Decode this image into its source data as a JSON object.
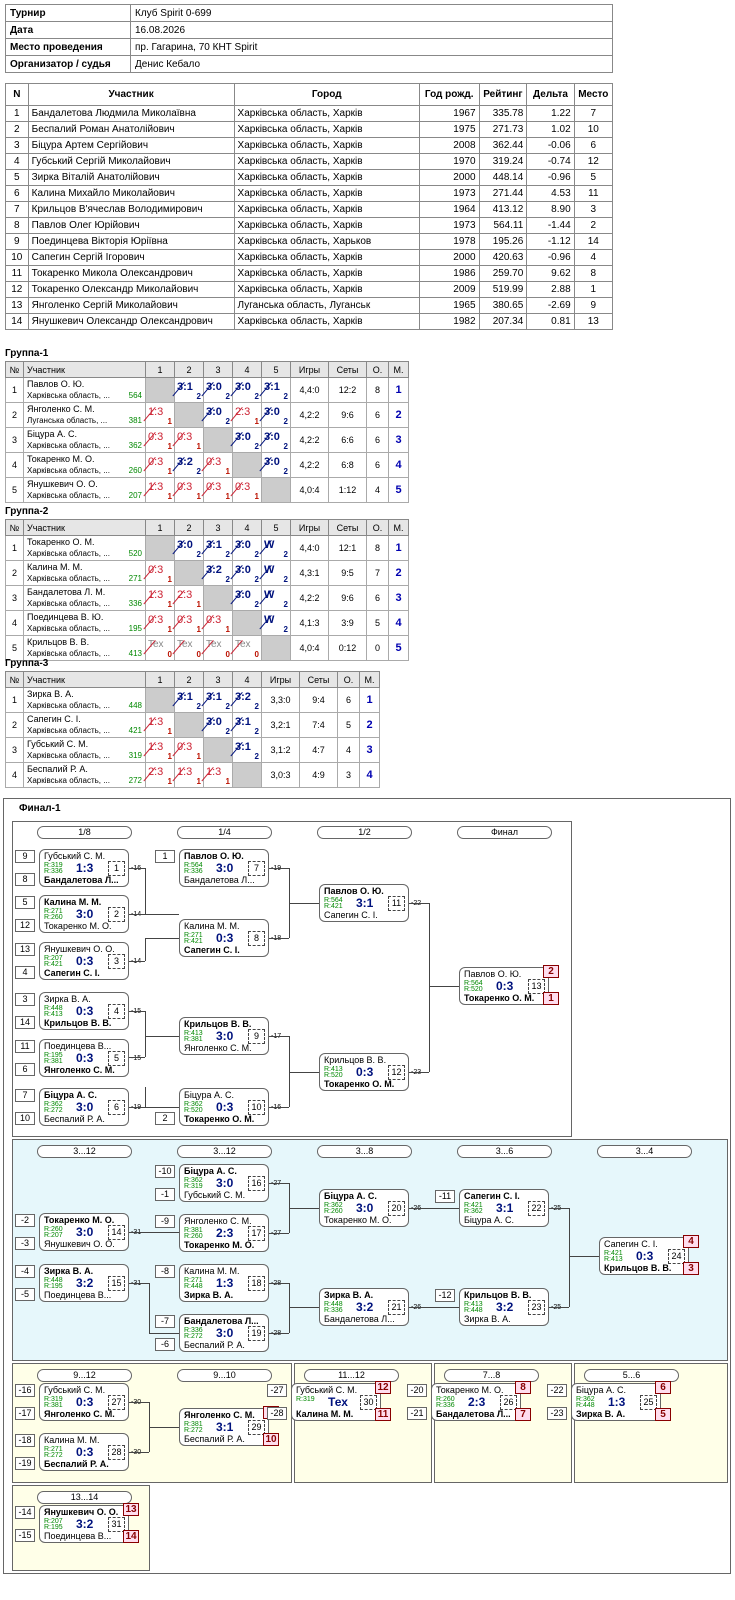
{
  "info": [
    {
      "k": "Турнир",
      "v": "Клуб Spirit 0-699"
    },
    {
      "k": "Дата",
      "v": "16.08.2026"
    },
    {
      "k": "Место проведения",
      "v": "пр. Гагарина, 70 КНТ Spirit"
    },
    {
      "k": "Организатор / судья",
      "v": "Денис Кебало"
    }
  ],
  "participants_header": [
    "N",
    "Участник",
    "Город",
    "Год рожд.",
    "Рейтинг",
    "Дельта",
    "Место"
  ],
  "participants": [
    [
      "1",
      "Бандалетова Людмила Миколаївна",
      "Харківська область, Харків",
      "1967",
      "335.78",
      "1.22",
      "7"
    ],
    [
      "2",
      "Беспалий Роман Анатолійович",
      "Харківська область, Харків",
      "1975",
      "271.73",
      "1.02",
      "10"
    ],
    [
      "3",
      "Біцура Артем Сергійович",
      "Харківська область, Харків",
      "2008",
      "362.44",
      "-0.06",
      "6"
    ],
    [
      "4",
      "Губський Сергій Миколайович",
      "Харківська область, Харків",
      "1970",
      "319.24",
      "-0.74",
      "12"
    ],
    [
      "5",
      "Зирка Віталій Анатолійович",
      "Харківська область, Харків",
      "2000",
      "448.14",
      "-0.96",
      "5"
    ],
    [
      "6",
      "Калина Михайло Миколайович",
      "Харківська область, Харків",
      "1973",
      "271.44",
      "4.53",
      "11"
    ],
    [
      "7",
      "Крильцов В'ячеслав Володимирович",
      "Харківська область, Харків",
      "1964",
      "413.12",
      "8.90",
      "3"
    ],
    [
      "8",
      "Павлов Олег Юрійович",
      "Харківська область, Харків",
      "1973",
      "564.11",
      "-1.44",
      "2"
    ],
    [
      "9",
      "Поединцева Вікторія Юріївна",
      "Харківська область, Харьков",
      "1978",
      "195.26",
      "-1.12",
      "14"
    ],
    [
      "10",
      "Сапегин Сергій Ігорович",
      "Харківська область, Харків",
      "2000",
      "420.63",
      "-0.96",
      "4"
    ],
    [
      "11",
      "Токаренко Микола Олександрович",
      "Харківська область, Харків",
      "1986",
      "259.70",
      "9.62",
      "8"
    ],
    [
      "12",
      "Токаренко Олександр Миколайович",
      "Харківська область, Харків",
      "2009",
      "519.99",
      "2.88",
      "1"
    ],
    [
      "13",
      "Янголенко Сергій Миколайович",
      "Луганська область, Луганськ",
      "1965",
      "380.65",
      "-2.69",
      "9"
    ],
    [
      "14",
      "Янушкевич Олександр Олександрович",
      "Харківська область, Харків",
      "1982",
      "207.34",
      "0.81",
      "13"
    ]
  ],
  "group_header": {
    "n": "№",
    "p": "Участник",
    "g": "Игры",
    "s": "Сеты",
    "o": "О.",
    "m": "М."
  },
  "groups": [
    {
      "title": "Группа-1",
      "cols": [
        "1",
        "2",
        "3",
        "4",
        "5"
      ],
      "rows": [
        {
          "n": "1",
          "name": "Павлов О. Ю.",
          "reg": "Харківська область, ...",
          "rt": "564",
          "cells": [
            "x",
            "3:1|2|w",
            "3:0|2|w",
            "3:0|2|w",
            "3:1|2|w"
          ],
          "g": "4,4:0",
          "s": "12:2",
          "o": "8",
          "m": "1"
        },
        {
          "n": "2",
          "name": "Янголенко С. М.",
          "reg": "Луганська область, ...",
          "rt": "381",
          "cells": [
            "1:3|1|l",
            "x",
            "3:0|2|w",
            "2:3|1|l",
            "3:0|2|w"
          ],
          "g": "4,2:2",
          "s": "9:6",
          "o": "6",
          "m": "2"
        },
        {
          "n": "3",
          "name": "Біцура А. С.",
          "reg": "Харківська область, ...",
          "rt": "362",
          "cells": [
            "0:3|1|l",
            "0:3|1|l",
            "x",
            "3:0|2|w",
            "3:0|2|w"
          ],
          "g": "4,2:2",
          "s": "6:6",
          "o": "6",
          "m": "3"
        },
        {
          "n": "4",
          "name": "Токаренко М. О.",
          "reg": "Харківська область, ...",
          "rt": "260",
          "cells": [
            "0:3|1|l",
            "3:2|2|w",
            "0:3|1|l",
            "x",
            "3:0|2|w"
          ],
          "g": "4,2:2",
          "s": "6:8",
          "o": "6",
          "m": "4"
        },
        {
          "n": "5",
          "name": "Янушкевич О. О.",
          "reg": "Харківська область, ...",
          "rt": "207",
          "cells": [
            "1:3|1|l",
            "0:3|1|l",
            "0:3|1|l",
            "0:3|1|l",
            "x"
          ],
          "g": "4,0:4",
          "s": "1:12",
          "o": "4",
          "m": "5"
        }
      ]
    },
    {
      "title": "Группа-2",
      "cols": [
        "1",
        "2",
        "3",
        "4",
        "5"
      ],
      "rows": [
        {
          "n": "1",
          "name": "Токаренко О. М.",
          "reg": "Харківська область, ...",
          "rt": "520",
          "cells": [
            "x",
            "3:0|2|w",
            "3:1|2|w",
            "3:0|2|w",
            "W|2|w"
          ],
          "g": "4,4:0",
          "s": "12:1",
          "o": "8",
          "m": "1"
        },
        {
          "n": "2",
          "name": "Калина М. М.",
          "reg": "Харківська область, ...",
          "rt": "271",
          "cells": [
            "0:3|1|l",
            "x",
            "3:2|2|w",
            "3:0|2|w",
            "W|2|w"
          ],
          "g": "4,3:1",
          "s": "9:5",
          "o": "7",
          "m": "2"
        },
        {
          "n": "3",
          "name": "Бандалетова Л. М.",
          "reg": "Харківська область, ...",
          "rt": "336",
          "cells": [
            "1:3|1|l",
            "2:3|1|l",
            "x",
            "3:0|2|w",
            "W|2|w"
          ],
          "g": "4,2:2",
          "s": "9:6",
          "o": "6",
          "m": "3"
        },
        {
          "n": "4",
          "name": "Поединцева В. Ю.",
          "reg": "Харківська область, ...",
          "rt": "195",
          "cells": [
            "0:3|1|l",
            "0:3|1|l",
            "0:3|1|l",
            "x",
            "W|2|w"
          ],
          "g": "4,1:3",
          "s": "3:9",
          "o": "5",
          "m": "4"
        },
        {
          "n": "5",
          "name": "Крильцов В. В.",
          "reg": "Харківська область, ...",
          "rt": "413",
          "cells": [
            "Tex|0|t",
            "Tex|0|t",
            "Tex|0|t",
            "Tex|0|t",
            "x"
          ],
          "g": "4,0:4",
          "s": "0:12",
          "o": "0",
          "m": "5"
        }
      ]
    },
    {
      "title": "Группа-3",
      "cols": [
        "1",
        "2",
        "3",
        "4"
      ],
      "rows": [
        {
          "n": "1",
          "name": "Зирка В. А.",
          "reg": "Харківська область, ...",
          "rt": "448",
          "cells": [
            "x",
            "3:1|2|w",
            "3:1|2|w",
            "3:2|2|w"
          ],
          "g": "3,3:0",
          "s": "9:4",
          "o": "6",
          "m": "1"
        },
        {
          "n": "2",
          "name": "Сапегин С. І.",
          "reg": "Харківська область, ...",
          "rt": "421",
          "cells": [
            "1:3|1|l",
            "x",
            "3:0|2|w",
            "3:1|2|w"
          ],
          "g": "3,2:1",
          "s": "7:4",
          "o": "5",
          "m": "2"
        },
        {
          "n": "3",
          "name": "Губський С. М.",
          "reg": "Харківська область, ...",
          "rt": "319",
          "cells": [
            "1:3|1|l",
            "0:3|1|l",
            "x",
            "3:1|2|w"
          ],
          "g": "3,1:2",
          "s": "4:7",
          "o": "4",
          "m": "3"
        },
        {
          "n": "4",
          "name": "Беспалий Р. А.",
          "reg": "Харківська область, ...",
          "rt": "272",
          "cells": [
            "2:3|1|l",
            "1:3|1|l",
            "1:3|1|l",
            "x"
          ],
          "g": "3,0:3",
          "s": "4:9",
          "o": "3",
          "m": "4"
        }
      ]
    }
  ],
  "final": {
    "title": "Финал-1",
    "heads": [
      "1/8",
      "1/4",
      "1/2",
      "Финал",
      "3...12",
      "3...12",
      "3...8",
      "3...6",
      "3...4",
      "9...12",
      "9...10",
      "11...12",
      "7...8",
      "5...6",
      "13...14"
    ],
    "matches": [
      {
        "a": "Губський С. М.",
        "ra": "R:319",
        "b": "Бандалетова Л...",
        "rb": "R:336",
        "s": "1:3",
        "g": "1",
        "w": "b",
        "sa": "9",
        "sb": "8",
        "ref": "-16"
      },
      {
        "a": "Калина М. М.",
        "ra": "R:271",
        "b": "Токаренко М. О.",
        "rb": "R:260",
        "s": "3:0",
        "g": "2",
        "w": "a",
        "sa": "5",
        "sb": "12",
        "ref": "-14"
      },
      {
        "a": "Янушкевич О. О.",
        "ra": "R:207",
        "b": "Сапегин С. І.",
        "rb": "R:421",
        "s": "0:3",
        "g": "3",
        "w": "b",
        "sa": "13",
        "sb": "4",
        "ref": "-14"
      },
      {
        "a": "Зирка В. А.",
        "ra": "R:448",
        "b": "Крильцов В. В.",
        "rb": "R:413",
        "s": "0:3",
        "g": "4",
        "w": "b",
        "sa": "3",
        "sb": "14",
        "ref": "-15"
      },
      {
        "a": "Поединцева В...",
        "ra": "R:195",
        "b": "Янголенко С. М.",
        "rb": "R:381",
        "s": "0:3",
        "g": "5",
        "w": "b",
        "sa": "11",
        "sb": "6",
        "ref": "-15"
      },
      {
        "a": "Біцура А. С.",
        "ra": "R:362",
        "b": "Беспалий Р. А.",
        "rb": "R:272",
        "s": "3:0",
        "g": "6",
        "w": "a",
        "sa": "7",
        "sb": "10",
        "ref": "-19"
      },
      {
        "a": "Павлов О. Ю.",
        "ra": "R:564",
        "b": "Бандалетова Л...",
        "rb": "R:336",
        "s": "3:0",
        "g": "7",
        "w": "a",
        "sa": "1",
        "sb": "",
        "ref": "-19"
      },
      {
        "a": "Калина М. М.",
        "ra": "R:271",
        "b": "Сапегин С. І.",
        "rb": "R:421",
        "s": "0:3",
        "g": "8",
        "w": "b",
        "sa": "",
        "sb": "",
        "ref": "-18"
      },
      {
        "a": "Крильцов В. В.",
        "ra": "R:413",
        "b": "Янголенко С. М.",
        "rb": "R:381",
        "s": "3:0",
        "g": "9",
        "w": "a",
        "sa": "",
        "sb": "",
        "ref": "-17"
      },
      {
        "a": "Біцура А. С.",
        "ra": "R:362",
        "b": "Токаренко О. М.",
        "rb": "R:520",
        "s": "0:3",
        "g": "10",
        "w": "b",
        "sa": "",
        "sb": "2",
        "ref": "-16"
      },
      {
        "a": "Павлов О. Ю.",
        "ra": "R:564",
        "b": "Сапегин С. І.",
        "rb": "R:421",
        "s": "3:1",
        "g": "11",
        "w": "a",
        "sa": "",
        "sb": "",
        "ref": "-22"
      },
      {
        "a": "Крильцов В. В.",
        "ra": "R:413",
        "b": "Токаренко О. М.",
        "rb": "R:520",
        "s": "0:3",
        "g": "12",
        "w": "b",
        "sa": "",
        "sb": "",
        "ref": "-23"
      },
      {
        "a": "Павлов О. Ю.",
        "ra": "R:564",
        "b": "Токаренко О. М.",
        "rb": "R:520",
        "s": "0:3",
        "g": "13",
        "w": "b",
        "sa": "",
        "sb": "",
        "ref": "",
        "pa": "2",
        "pb": "1"
      },
      {
        "a": "Токаренко М. О.",
        "ra": "R:260",
        "b": "Янушкевич О. О.",
        "rb": "R:207",
        "s": "3:0",
        "g": "14",
        "w": "a",
        "sa": "-2",
        "sb": "-3",
        "ref": "-31"
      },
      {
        "a": "Зирка В. А.",
        "ra": "R:448",
        "b": "Поединцева В...",
        "rb": "R:195",
        "s": "3:2",
        "g": "15",
        "w": "a",
        "sa": "-4",
        "sb": "-5",
        "ref": "-31"
      },
      {
        "a": "Біцура А. С.",
        "ra": "R:362",
        "b": "Губський С. М.",
        "rb": "R:319",
        "s": "3:0",
        "g": "16",
        "w": "a",
        "sa": "-10",
        "sb": "-1",
        "ref": "-27"
      },
      {
        "a": "Янголенко С. М.",
        "ra": "R:381",
        "b": "Токаренко М. О.",
        "rb": "R:260",
        "s": "2:3",
        "g": "17",
        "w": "b",
        "sa": "-9",
        "sb": "",
        "ref": "-27"
      },
      {
        "a": "Калина М. М.",
        "ra": "R:271",
        "b": "Зирка В. А.",
        "rb": "R:448",
        "s": "1:3",
        "g": "18",
        "w": "b",
        "sa": "-8",
        "sb": "",
        "ref": "-28"
      },
      {
        "a": "Бандалетова Л...",
        "ra": "R:336",
        "b": "Беспалий Р. А.",
        "rb": "R:272",
        "s": "3:0",
        "g": "19",
        "w": "a",
        "sa": "-7",
        "sb": "-6",
        "ref": "-28"
      },
      {
        "a": "Біцура А. С.",
        "ra": "R:362",
        "b": "Токаренко М. О.",
        "rb": "R:260",
        "s": "3:0",
        "g": "20",
        "w": "a",
        "sa": "",
        "sb": "",
        "ref": "-26"
      },
      {
        "a": "Зирка В. А.",
        "ra": "R:448",
        "b": "Бандалетова Л...",
        "rb": "R:336",
        "s": "3:2",
        "g": "21",
        "w": "a",
        "sa": "",
        "sb": "",
        "ref": "-26"
      },
      {
        "a": "Сапегин С. І.",
        "ra": "R:421",
        "b": "Біцура А. С.",
        "rb": "R:362",
        "s": "3:1",
        "g": "22",
        "w": "a",
        "sa": "-11",
        "sb": "",
        "ref": "-25"
      },
      {
        "a": "Крильцов В. В.",
        "ra": "R:413",
        "b": "Зирка В. А.",
        "rb": "R:448",
        "s": "3:2",
        "g": "23",
        "w": "a",
        "sa": "-12",
        "sb": "",
        "ref": "-25"
      },
      {
        "a": "Сапегин С. І.",
        "ra": "R:421",
        "b": "Крильцов В. В.",
        "rb": "R:413",
        "s": "0:3",
        "g": "24",
        "w": "b",
        "sa": "",
        "sb": "",
        "ref": "",
        "pa": "4",
        "pb": "3"
      },
      {
        "a": "Губський С. М.",
        "ra": "R:319",
        "b": "Янголенко С. М.",
        "rb": "R:381",
        "s": "0:3",
        "g": "27",
        "w": "b",
        "sa": "-16",
        "sb": "-17",
        "ref": "-30"
      },
      {
        "a": "Калина М. М.",
        "ra": "R:271",
        "b": "Беспалий Р. А.",
        "rb": "R:272",
        "s": "0:3",
        "g": "28",
        "w": "b",
        "sa": "-18",
        "sb": "-19",
        "ref": "-30"
      },
      {
        "a": "Янголенко С. М.",
        "ra": "R:381",
        "b": "Беспалий Р. А.",
        "rb": "R:272",
        "s": "3:1",
        "g": "29",
        "w": "a",
        "sa": "",
        "sb": "",
        "ref": "",
        "pa": "9",
        "pb": "10"
      },
      {
        "a": "Губський С. М.",
        "ra": "R:319",
        "b": "Калина М. М.",
        "rb": "",
        "s": "Тех",
        "g": "30",
        "w": "b",
        "sa": "-27",
        "sb": "-28",
        "ref": "",
        "pa": "12",
        "pb": "11"
      },
      {
        "a": "Токаренко М. О.",
        "ra": "R:260",
        "b": "Бандалетова Л...",
        "rb": "R:336",
        "s": "2:3",
        "g": "26",
        "w": "b",
        "sa": "-20",
        "sb": "-21",
        "ref": "",
        "pa": "8",
        "pb": "7"
      },
      {
        "a": "Біцура А. С.",
        "ra": "R:362",
        "b": "Зирка В. А.",
        "rb": "R:448",
        "s": "1:3",
        "g": "25",
        "w": "b",
        "sa": "-22",
        "sb": "-23",
        "ref": "",
        "pa": "6",
        "pb": "5"
      },
      {
        "a": "Янушкевич О. О.",
        "ra": "R:207",
        "b": "Поединцева В...",
        "rb": "R:195",
        "s": "3:2",
        "g": "31",
        "w": "a",
        "sa": "-14",
        "sb": "-15",
        "ref": "",
        "pa": "13",
        "pb": "14"
      }
    ]
  }
}
